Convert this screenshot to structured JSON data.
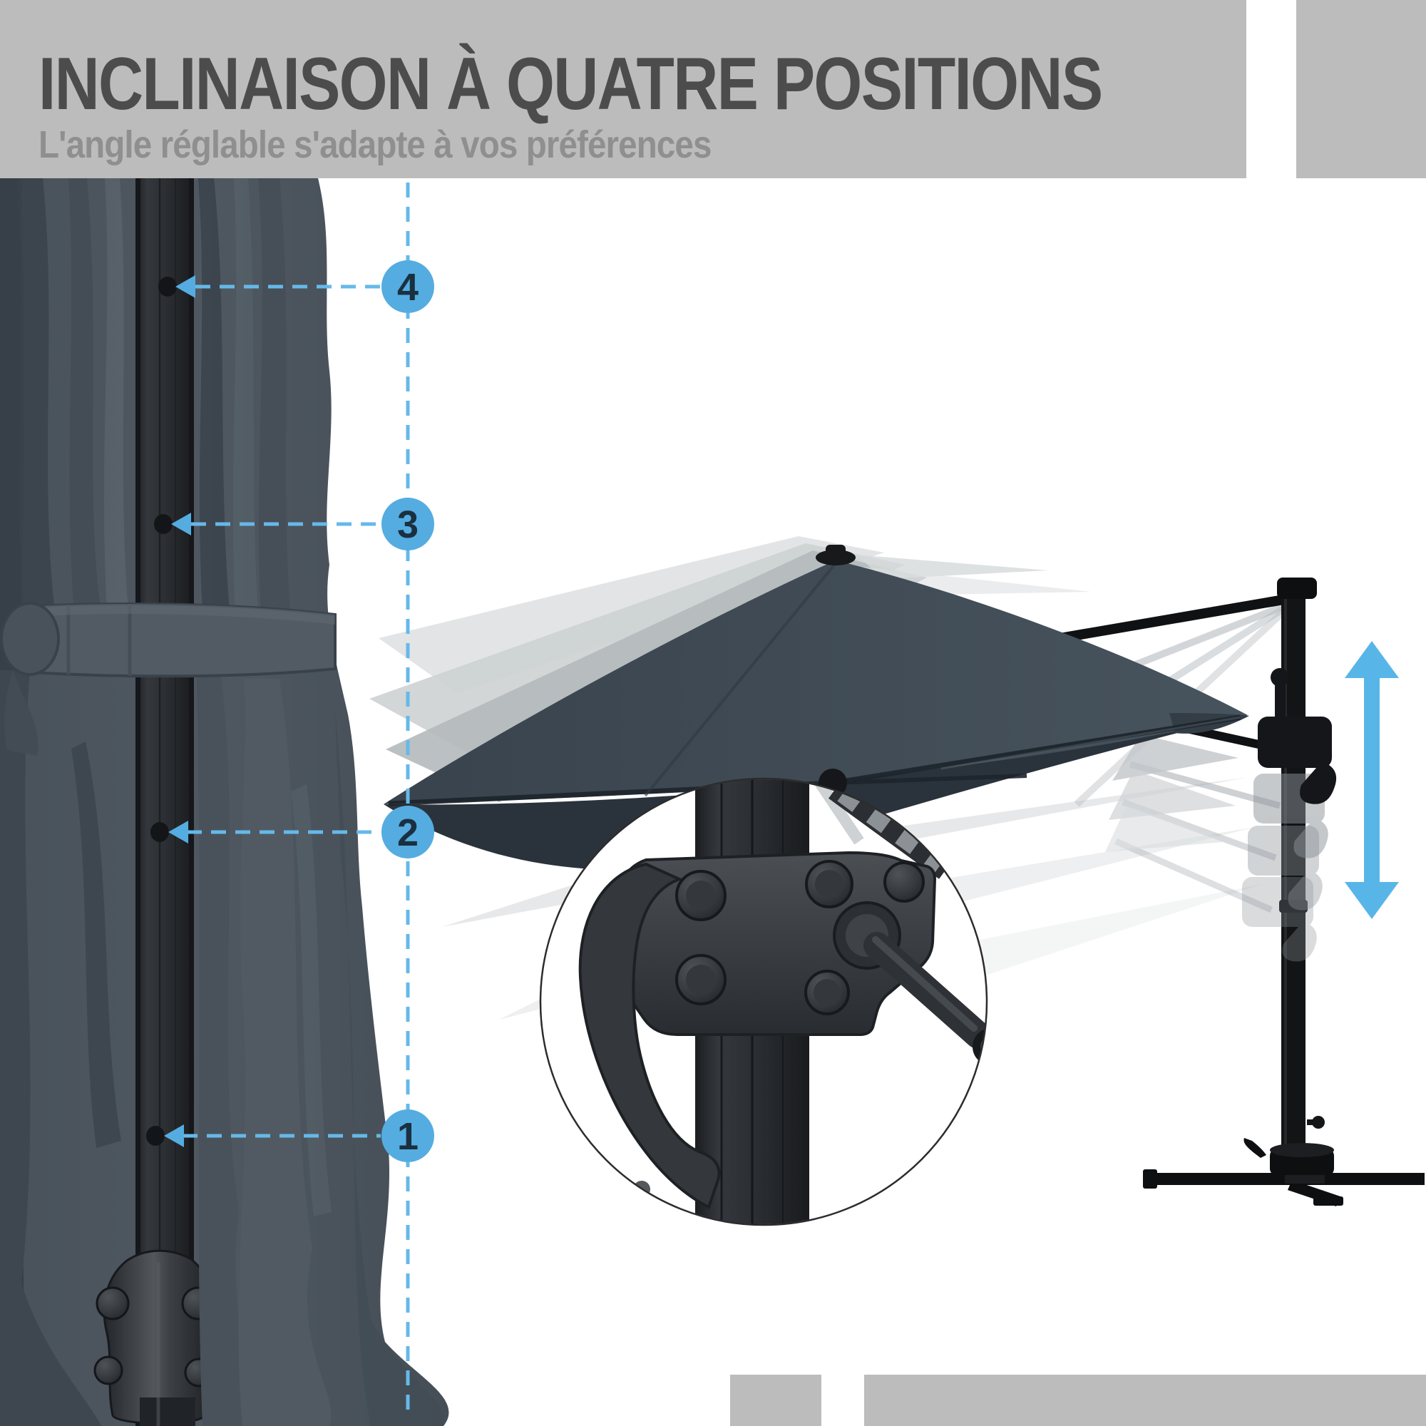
{
  "header": {
    "title": "INCLINAISON À QUATRE POSITIONS",
    "subtitle": "L'angle réglable s'adapte à vos préférences"
  },
  "callouts": {
    "positions": [
      {
        "number": "4"
      },
      {
        "number": "3"
      },
      {
        "number": "2"
      },
      {
        "number": "1"
      }
    ]
  },
  "icons": {
    "position_marker": "numbered-circle-icon",
    "hole_pointer": "arrow-left-icon",
    "height_range": "double-arrow-vertical-icon"
  },
  "colors": {
    "accent_blue": "#55ace0",
    "dash_blue": "#66b9e9",
    "arrow_blue": "#58b5e8",
    "number_navy": "#1a3040",
    "band_gray": "#bcbcbc",
    "title_gray": "#4c4c4c",
    "subtitle_gray": "#8f8f8f",
    "canopy_dark": "#3f4a54",
    "frame_black": "#121416"
  }
}
